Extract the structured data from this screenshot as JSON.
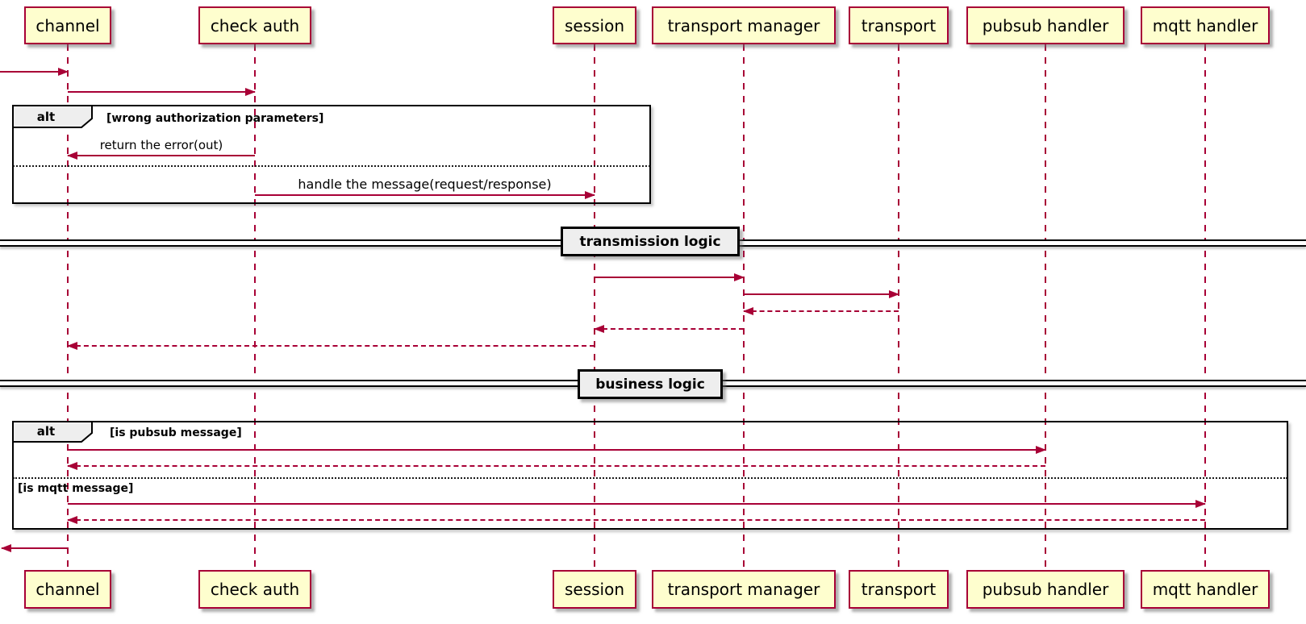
{
  "colors": {
    "accent": "#A80036",
    "participant_fill": "#FEFECE",
    "frame_border": "#000000",
    "label_fill": "#EEEEEE"
  },
  "participants": [
    {
      "label": "channel"
    },
    {
      "label": "check auth"
    },
    {
      "label": "session"
    },
    {
      "label": "transport manager"
    },
    {
      "label": "transport"
    },
    {
      "label": "pubsub handler"
    },
    {
      "label": "mqtt handler"
    }
  ],
  "frames": {
    "auth_alt": {
      "label": "alt",
      "guard": "[wrong authorization parameters]",
      "return_error": "return the error(out)",
      "handle_message": "handle the message(request/response)"
    },
    "business_alt": {
      "label": "alt",
      "guard_pubsub": "[is pubsub message]",
      "guard_mqtt": "[is mqtt message]"
    }
  },
  "dividers": {
    "transmission": "transmission logic",
    "business": "business logic"
  }
}
